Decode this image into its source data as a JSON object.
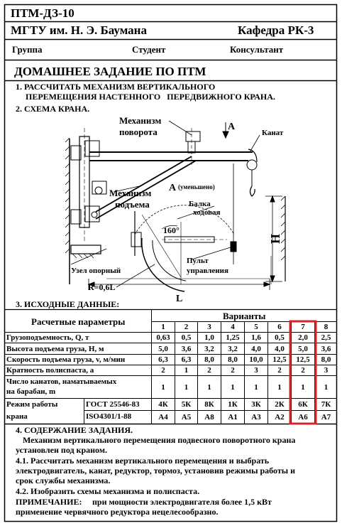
{
  "header": {
    "code": "ПТМ-ДЗ-10",
    "university": "МГТУ им. Н. Э. Баумана",
    "department": "Кафедра РК-3",
    "group_label": "Группа",
    "student_label": "Студент",
    "consultant_label": "Консультант",
    "title": "ДОМАШНЕЕ ЗАДАНИЕ ПО ПТМ"
  },
  "section1": {
    "line1": "1. РАССЧИТАТЬ МЕХАНИЗМ ВЕРТИКАЛЬНОГО",
    "line2": "ПЕРЕМЕЩЕНИЯ НАСТЕННОГО   ПЕРЕДВИЖНОГО КРАНА.",
    "line3": "2. СХЕМА КРАНА."
  },
  "diagram": {
    "mech_rotation_1": "Механизм",
    "mech_rotation_2": "поворота",
    "view_a": "А",
    "kanat": "Канат",
    "mech_lift_1": "Механизм",
    "mech_lift_2": "подъема",
    "view_a_reduced_letter": "А",
    "view_a_reduced_note": "(уменьшено)",
    "beam_1": "Балка",
    "beam_2": "ходовая",
    "angle": "160°",
    "height": "Н",
    "support": "Узел опорный",
    "radius": "R=0,6L",
    "remote_1": "Пульт",
    "remote_2": "управления",
    "length": "L"
  },
  "section3_title": "3. ИСХОДНЫЕ ДАННЫЕ:",
  "table": {
    "param_header": "Расчетные параметры",
    "variants_header": "Варианты",
    "variants": [
      "1",
      "2",
      "3",
      "4",
      "5",
      "6",
      "7",
      "8"
    ],
    "highlight_variant": "7",
    "highlight_color": "#e02020",
    "rows": [
      {
        "label": "Грузоподъемность, Q, т",
        "values": [
          "0,63",
          "0,5",
          "1,0",
          "1,25",
          "1,6",
          "0,5",
          "2,0",
          "2,5"
        ]
      },
      {
        "label": "Высота подъема груза, Н, м",
        "values": [
          "5,0",
          "3,6",
          "3,2",
          "3,2",
          "4,0",
          "4,0",
          "5,0",
          "3,6"
        ]
      },
      {
        "label": "Скорость подъема груза, v, м/мин",
        "values": [
          "6,3",
          "6,3",
          "8,0",
          "8,0",
          "10,0",
          "12,5",
          "12,5",
          "8,0"
        ]
      },
      {
        "label": "Кратность полиспаста, а",
        "values": [
          "2",
          "1",
          "2",
          "2",
          "3",
          "2",
          "2",
          "3"
        ]
      },
      {
        "label1": "Число канатов, наматываемых",
        "label2": "на  барабан, m",
        "values": [
          "1",
          "1",
          "1",
          "1",
          "1",
          "1",
          "1",
          "1"
        ]
      }
    ],
    "mode_label1": "Режим работы",
    "mode_label2": "крана",
    "mode_rows": [
      {
        "std": "ГОСТ 25546-83",
        "values": [
          "4К",
          "5К",
          "8К",
          "1К",
          "3К",
          "2К",
          "6К",
          "7К"
        ]
      },
      {
        "std": "ISO4301/1-88",
        "values": [
          "А4",
          "А5",
          "А8",
          "А1",
          "А3",
          "А2",
          "А6",
          "А7"
        ]
      }
    ]
  },
  "section4": {
    "title": "4. СОДЕРЖАНИЕ ЗАДАНИЯ.",
    "p1a": "Механизм вертикального перемещения подвесного поворотного крана",
    "p1b": "установлен  под краном.",
    "p2a": "4.1. Рассчитать механизм вертикального перемещения и выбрать",
    "p2b": "электродвигатель, канат, редуктор, тормоз, установив режимы работы и",
    "p2c": "срок службы механизма.",
    "p3": "4.2. Изобразить схемы механизма и полиспаста.",
    "note_label": "ПРИМЕЧАНИЕ:",
    "note_text": "при мощности электродвигателя более 1,5 кВт",
    "note_text2": "применение червячного редуктора нецелесообразно."
  }
}
